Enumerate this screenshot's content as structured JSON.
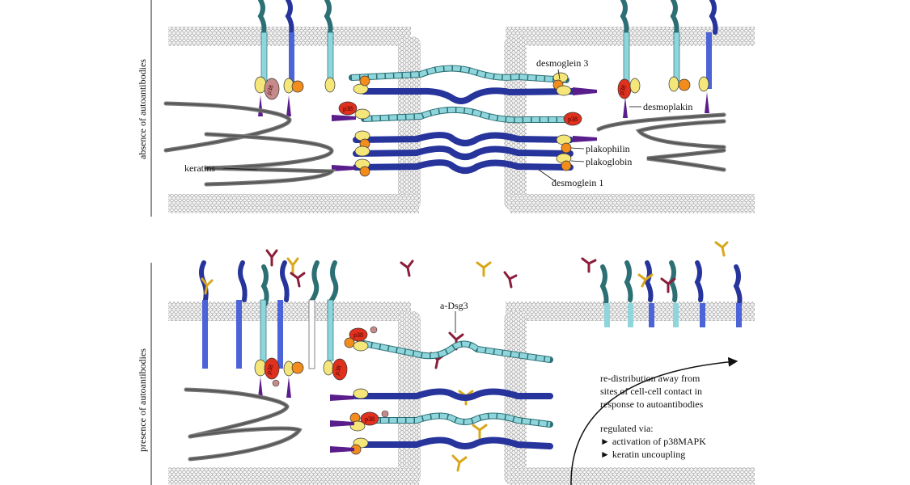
{
  "panels": {
    "top": {
      "side_label": "absence of autoantibodies",
      "labels": {
        "desmoglein3": "desmoglein 3",
        "desmoplakin": "desmoplakin",
        "plakophilin": "plakophilin",
        "plakoglobin": "plakoglobin",
        "desmoglein1": "desmoglein 1",
        "keratins": "keratins"
      }
    },
    "bottom": {
      "side_label": "presence of autoantibodies",
      "labels": {
        "adsg3": "a-Dsg3"
      },
      "note": {
        "line1": "re-distribution away from",
        "line2": "sites of cell-cell contact in",
        "line3": "response to autoantibodies",
        "line4": "regulated via:",
        "bullet1": "► activation of p38MAPK",
        "bullet2": "► keratin uncoupling"
      }
    }
  },
  "p38_label": "p38",
  "colors": {
    "dsg1": "#26349c",
    "dsg1_light": "#4d63d8",
    "dsg3": "#8fd6dc",
    "dsg3_stroke": "#2c6f74",
    "plakoglobin": "#f5e67a",
    "plakophilin": "#f28c1c",
    "desmoplakin": "#5a1d8c",
    "p38": "#e0301e",
    "antibody_red": "#8b1e3c",
    "antibody_yellow": "#d9a81a",
    "membrane": "#c9c9c9",
    "keratin": "#444444"
  }
}
